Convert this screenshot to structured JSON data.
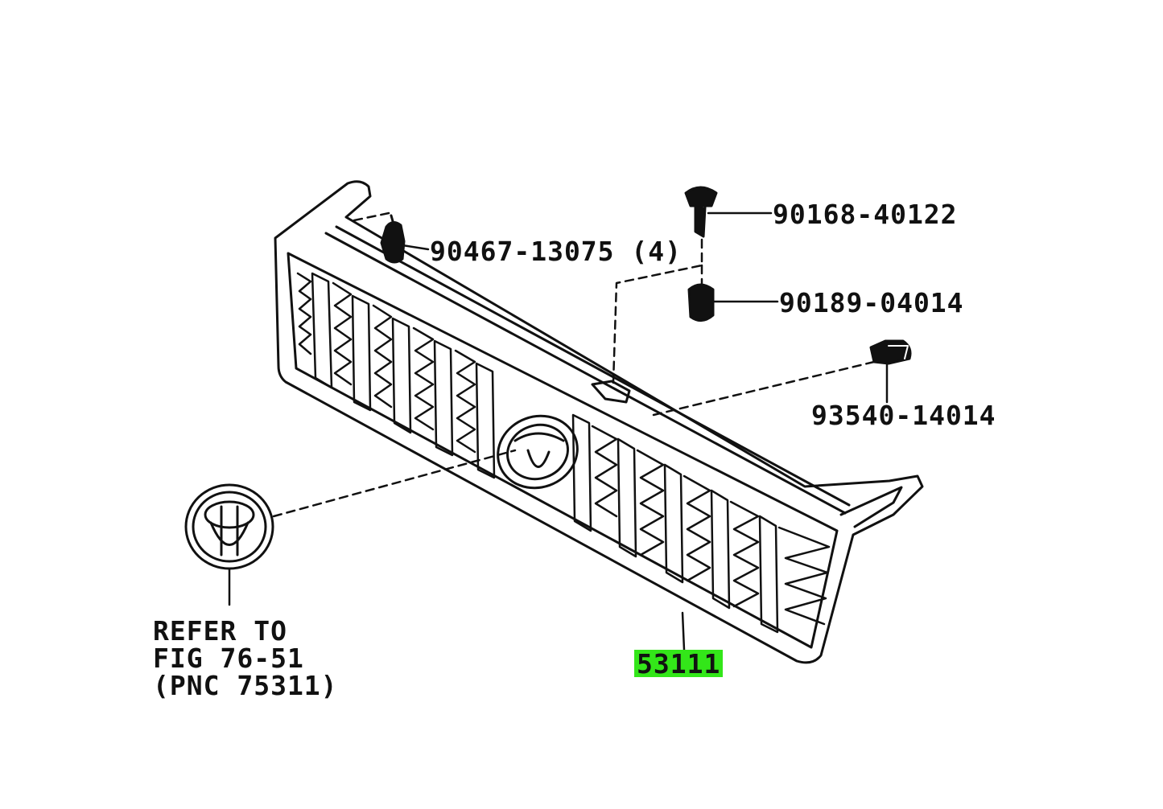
{
  "parts": [
    {
      "id": "p1",
      "number": "90467-13075 (4)"
    },
    {
      "id": "p2",
      "number": "90168-40122"
    },
    {
      "id": "p3",
      "number": "90189-04014"
    },
    {
      "id": "p4",
      "number": "93540-14014"
    }
  ],
  "main_part": {
    "number": "53111",
    "highlight_color": "#33e619"
  },
  "reference_note": {
    "line1": "REFER TO",
    "line2": "FIG 76-51",
    "line3": "(PNC 75311)"
  },
  "colors": {
    "ink": "#111111",
    "background": "#ffffff"
  }
}
